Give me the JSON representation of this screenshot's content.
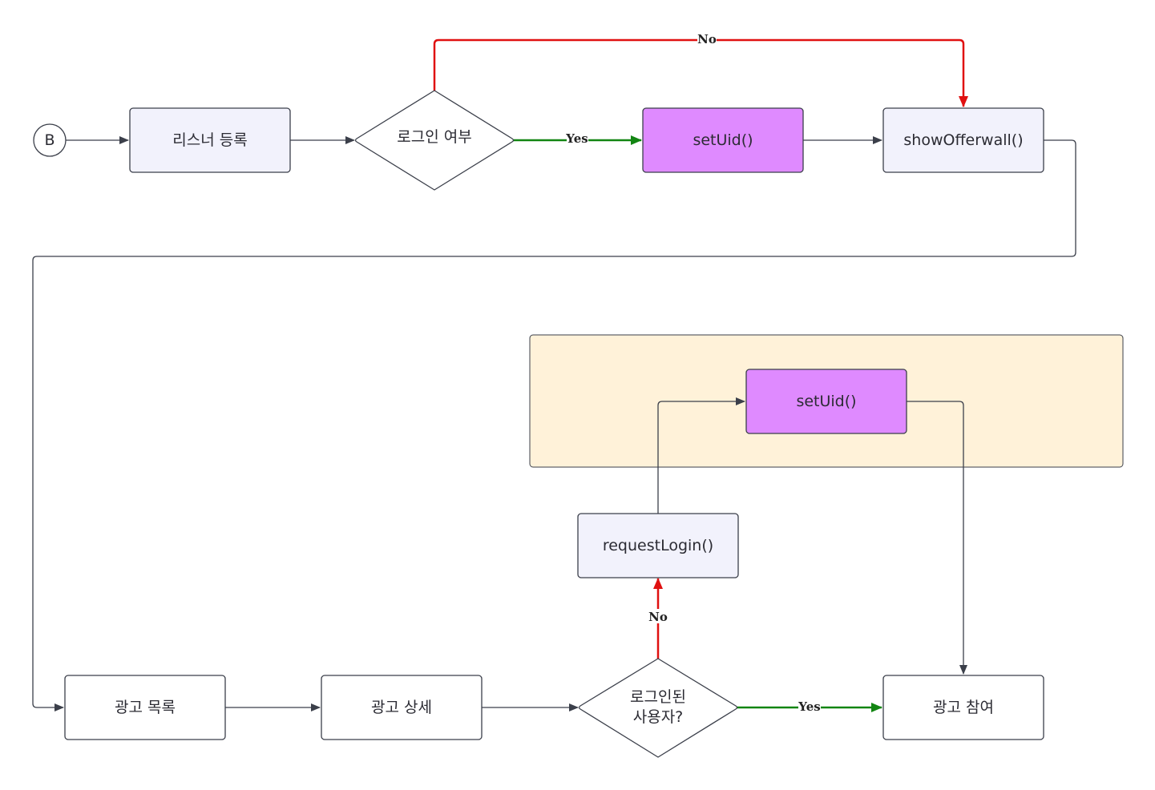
{
  "colors": {
    "stroke": "#3b3f4a",
    "box_fill_blue": "#f2f2fc",
    "box_fill_white": "#ffffff",
    "box_fill_purple": "#df8aff",
    "group_fill": "#fff2d9",
    "yes_color": "#128512",
    "no_color": "#e01010"
  },
  "nodes": {
    "start": "B",
    "register_listener": "리스너 등록",
    "login_check": "로그인 여부",
    "set_uid_top": "setUid()",
    "show_offerwall": "showOfferwall()",
    "ad_list": "광고 목록",
    "ad_detail": "광고 상세",
    "logged_in_user_line1": "로그인된",
    "logged_in_user_line2": "사용자?",
    "ad_join": "광고 참여",
    "request_login": "requestLogin()",
    "set_uid_bottom": "setUid()"
  },
  "edge_labels": {
    "top_yes": "Yes",
    "top_no": "No",
    "bottom_yes": "Yes",
    "bottom_no": "No"
  }
}
